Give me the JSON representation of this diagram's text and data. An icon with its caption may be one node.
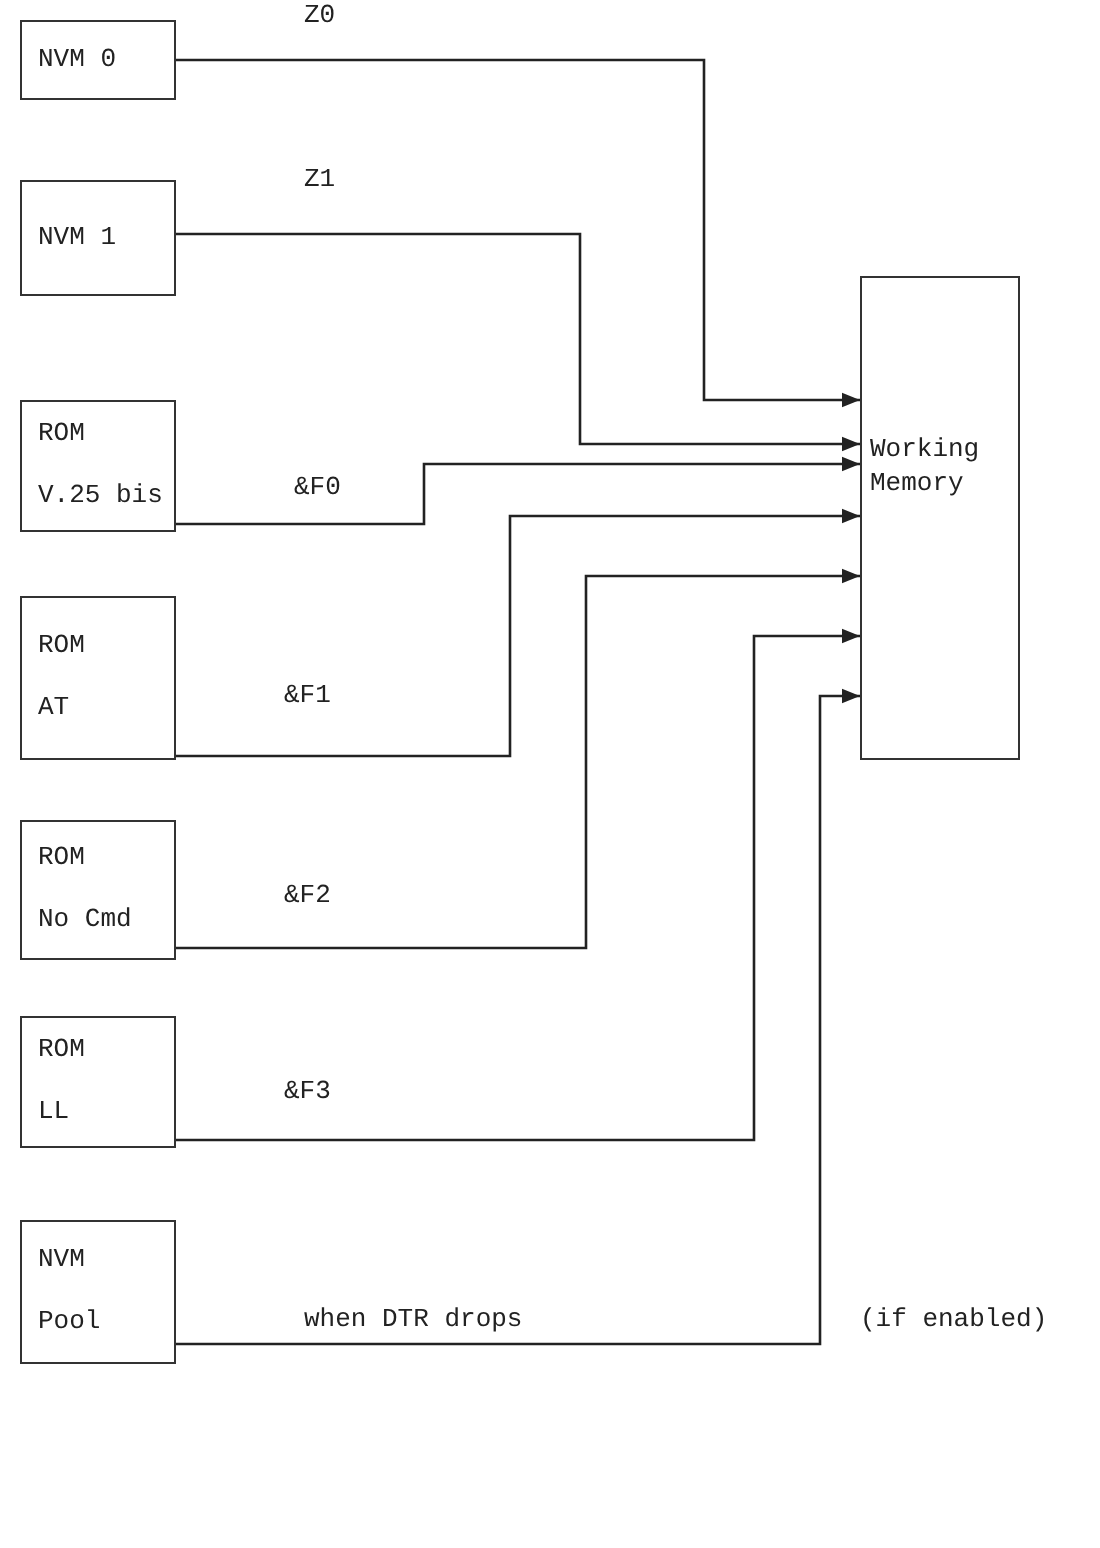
{
  "diagram": {
    "nodes": [
      {
        "text": [
          "NVM 0"
        ]
      },
      {
        "text": [
          "NVM 1"
        ]
      },
      {
        "text": [
          "ROM",
          "V.25 bis"
        ]
      },
      {
        "text": [
          "ROM",
          "AT"
        ]
      },
      {
        "text": [
          "ROM",
          "No Cmd"
        ]
      },
      {
        "text": [
          "ROM",
          "LL"
        ]
      },
      {
        "text": [
          "NVM",
          "Pool"
        ]
      },
      {
        "text": [
          "Working Memory"
        ]
      }
    ],
    "edges": [
      {
        "from": 0,
        "to": 7,
        "arrow": "to",
        "label": "Z0"
      },
      {
        "from": 1,
        "to": 7,
        "arrow": "to",
        "label": "Z1"
      },
      {
        "from": 2,
        "to": 7,
        "arrow": "to",
        "label": "&F0"
      },
      {
        "from": 3,
        "to": 7,
        "arrow": "to",
        "label": "&F1"
      },
      {
        "from": 4,
        "to": 7,
        "arrow": "to",
        "label": "&F2"
      },
      {
        "from": 5,
        "to": 7,
        "arrow": "to",
        "label": "&F3"
      },
      {
        "from": 6,
        "to": 7,
        "arrow": "to",
        "label": "when DTR drops"
      }
    ],
    "labels": [
      "(if enabled)"
    ]
  }
}
